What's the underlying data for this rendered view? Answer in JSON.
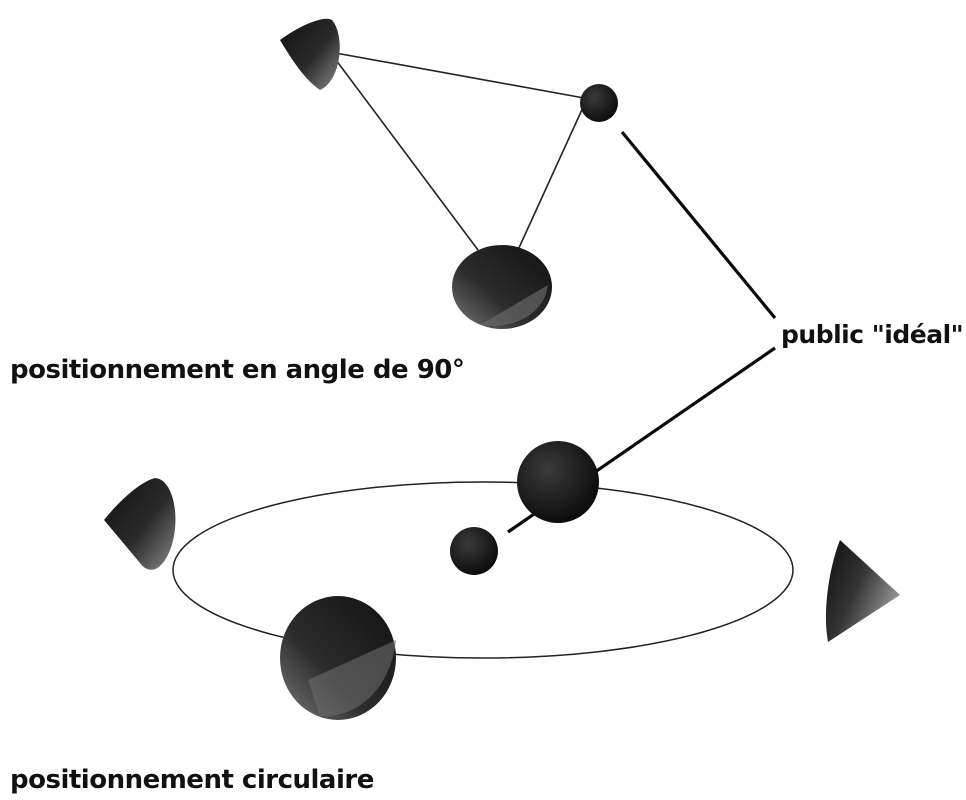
{
  "labels": {
    "angle_setup": "positionnement en angle de 90°",
    "circular_setup": "positionnement circulaire",
    "ideal_audience": "public \"idéal\""
  },
  "colors": {
    "background": "#ffffff",
    "ink": "#111111",
    "shape_dark": "#101010",
    "shape_light": "#8a8a8a"
  }
}
